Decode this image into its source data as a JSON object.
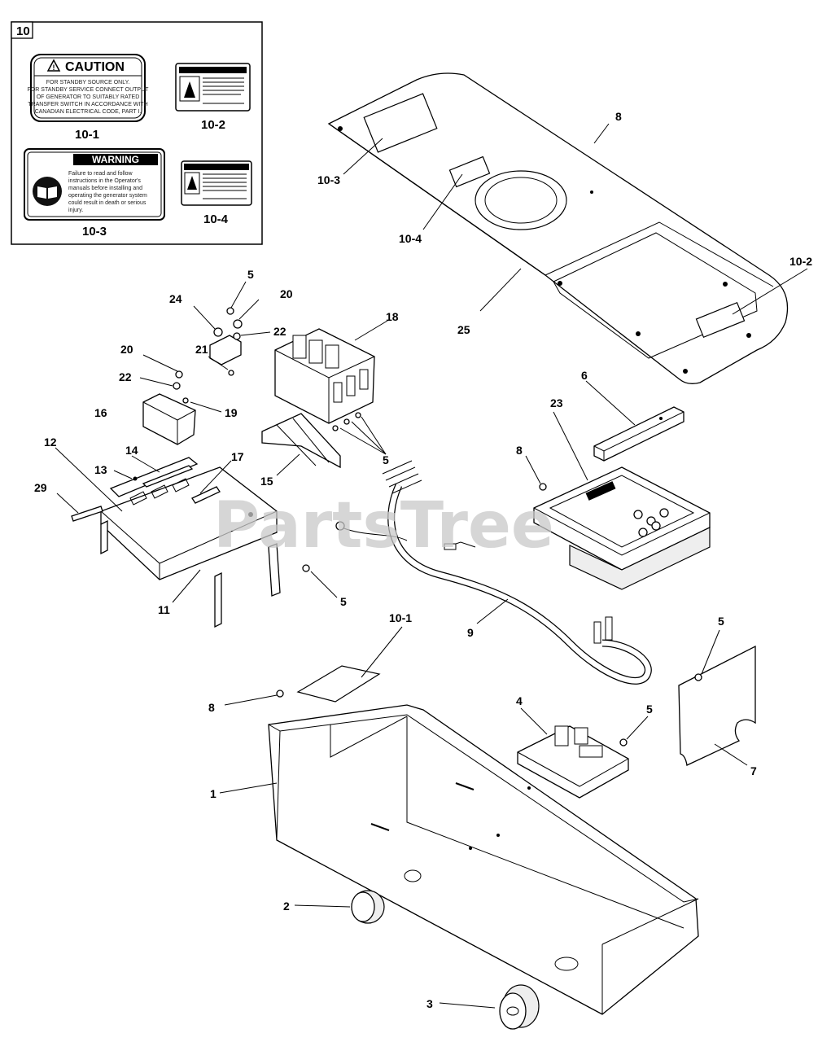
{
  "watermark": "PartsTree",
  "inset": {
    "number": "10",
    "decals": [
      {
        "id": "10-1",
        "title": "CAUTION",
        "lines": [
          "FOR STANDBY SOURCE ONLY.",
          "FOR STANDBY SERVICE CONNECT OUTPUT",
          "OF GENERATOR TO SUITABLY RATED",
          "TRANSFER SWITCH IN ACCORDANCE WITH",
          "CANADIAN ELECTRICAL CODE, PART I."
        ]
      },
      {
        "id": "10-2"
      },
      {
        "id": "10-3",
        "title": "WARNING",
        "lines": [
          "Failure to read and follow",
          "instructions in the Operator's",
          "manuals before installing and",
          "operating the generator system",
          "could result in death or serious",
          "injury."
        ]
      },
      {
        "id": "10-4"
      }
    ]
  },
  "callouts": {
    "c1": "1",
    "c2": "2",
    "c3": "3",
    "c4": "4",
    "c5a": "5",
    "c5b": "5",
    "c5c": "5",
    "c5d": "5",
    "c5e": "5",
    "c6": "6",
    "c7": "7",
    "c8a": "8",
    "c8b": "8",
    "c8c": "8",
    "c9": "9",
    "c10_1": "10-1",
    "c10_2": "10-2",
    "c10_3": "10-3",
    "c10_4": "10-4",
    "c11": "11",
    "c12": "12",
    "c13": "13",
    "c14": "14",
    "c15": "15",
    "c16": "16",
    "c17": "17",
    "c18": "18",
    "c19": "19",
    "c20a": "20",
    "c20b": "20",
    "c21": "21",
    "c22a": "22",
    "c22b": "22",
    "c23": "23",
    "c24": "24",
    "c25": "25",
    "c29": "29"
  }
}
